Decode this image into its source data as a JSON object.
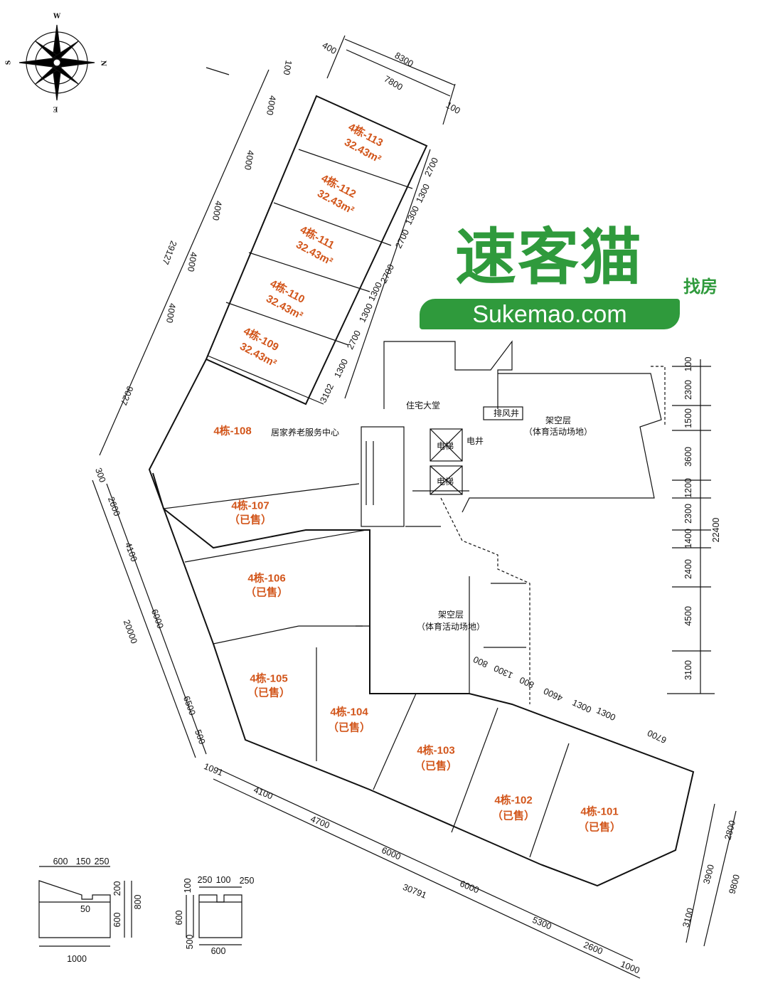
{
  "compass": {
    "w": "W",
    "n": "N",
    "e": "E",
    "s": "S"
  },
  "logo": {
    "name": "速客猫",
    "tag": "找房",
    "url": "Sukemao.com"
  },
  "units": [
    {
      "label": "4栋-113",
      "sub": "32.43m²"
    },
    {
      "label": "4栋-112",
      "sub": "32.43m²"
    },
    {
      "label": "4栋-111",
      "sub": "32.43m²"
    },
    {
      "label": "4栋-110",
      "sub": "32.43m²"
    },
    {
      "label": "4栋-109",
      "sub": "32.43m²"
    },
    {
      "label": "4栋-108",
      "sub": "居家养老服务中心"
    },
    {
      "label": "4栋-107",
      "sub": "（已售）"
    },
    {
      "label": "4栋-106",
      "sub": "（已售）"
    },
    {
      "label": "4栋-105",
      "sub": "（已售）"
    },
    {
      "label": "4栋-104",
      "sub": "（已售）"
    },
    {
      "label": "4栋-103",
      "sub": "（已售）"
    },
    {
      "label": "4栋-102",
      "sub": "（已售）"
    },
    {
      "label": "4栋-101",
      "sub": "（已售）"
    }
  ],
  "rooms": {
    "lobby": "住宅大堂",
    "exhaust": "排风井",
    "elec": "电井",
    "elevator1": "电梯",
    "elevator2": "电梯",
    "open1": "架空层",
    "open1_sub": "（体育活动场地）",
    "open2": "架空层",
    "open2_sub": "（体育活动场地）"
  },
  "dims": [
    "400",
    "8300",
    "7800",
    "100",
    "100",
    "4000",
    "4000",
    "4000",
    "4000",
    "4000",
    "29127",
    "9027",
    "2700",
    "1300",
    "1300",
    "2700",
    "2700",
    "1300",
    "1300",
    "2700",
    "1300",
    "3102",
    "300",
    "2600",
    "4100",
    "20000",
    "6000",
    "6500",
    "500",
    "100",
    "2300",
    "1500",
    "3600",
    "1200",
    "2300",
    "1400",
    "2400",
    "4500",
    "3100",
    "22400",
    "800",
    "1300",
    "800",
    "4600",
    "1300",
    "1300",
    "6700",
    "1091",
    "4100",
    "4700",
    "6000",
    "30791",
    "6000",
    "5300",
    "2600",
    "1000",
    "2800",
    "3900",
    "9800",
    "3100"
  ],
  "detail1": [
    "600",
    "150",
    "250",
    "200",
    "600",
    "800",
    "50",
    "1000"
  ],
  "detail2": [
    "250",
    "100",
    "250",
    "100",
    "600",
    "500",
    "600"
  ]
}
